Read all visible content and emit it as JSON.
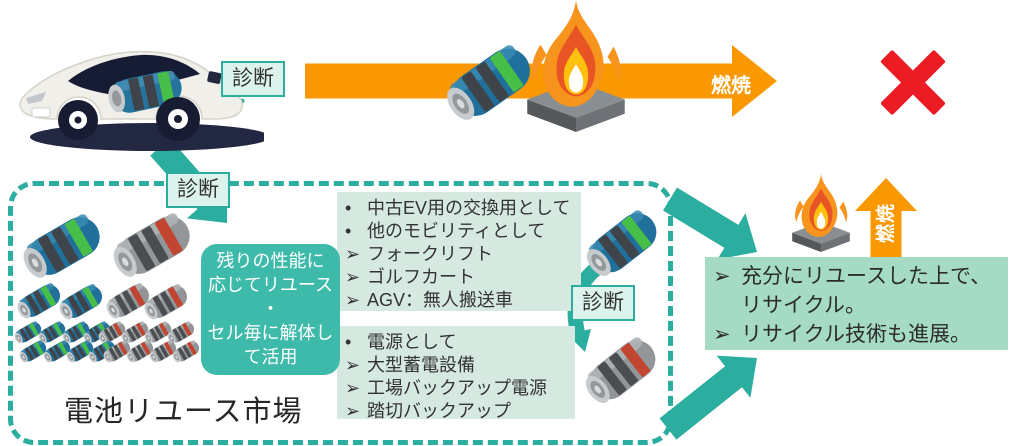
{
  "colors": {
    "teal": "#2BAE9F",
    "badge_mint": "#DCF2EC",
    "box_mint": "#D6E9E1",
    "panel_mint": "#A5DAC4",
    "policy_teal": "#3DBAAA",
    "orange": "#F99800",
    "cross_red": "#EC1C24"
  },
  "ev_flow": {
    "diagnosis_badge": "診断",
    "diagnosis_badge_2": "診断",
    "combustion_arrow_label": "燃焼"
  },
  "reuse_market_box": {
    "title": "電池リユース市場",
    "diagnosis_badge_3": "診断",
    "policy_note_lines": [
      "残りの性能に",
      "応じてリユース",
      "・",
      "セル毎に解体し",
      "て活用"
    ],
    "mobility_list": [
      {
        "bullet": "•",
        "text": "中古EV用の交換用として"
      },
      {
        "bullet": "•",
        "text": "他のモビリティとして"
      },
      {
        "bullet": "➢",
        "text": "フォークリフト"
      },
      {
        "bullet": "➢",
        "text": "ゴルフカート"
      },
      {
        "bullet": "➢",
        "text": "AGV：無人搬送車"
      }
    ],
    "power_list": [
      {
        "bullet": "•",
        "text": "電源として"
      },
      {
        "bullet": "➢",
        "text": "大型蓄電設備"
      },
      {
        "bullet": "➢",
        "text": "工場バックアップ電源"
      },
      {
        "bullet": "➢",
        "text": "踏切バックアップ"
      }
    ]
  },
  "recycle_flow": {
    "combustion_arrow_label": "燃焼",
    "conclusion_list": [
      {
        "bullet": "➢",
        "text": "充分にリユースした上で、"
      },
      {
        "bullet": "",
        "text": "リサイクル。"
      },
      {
        "bullet": "➢",
        "text": "リサイクル技術も進展。"
      }
    ]
  }
}
